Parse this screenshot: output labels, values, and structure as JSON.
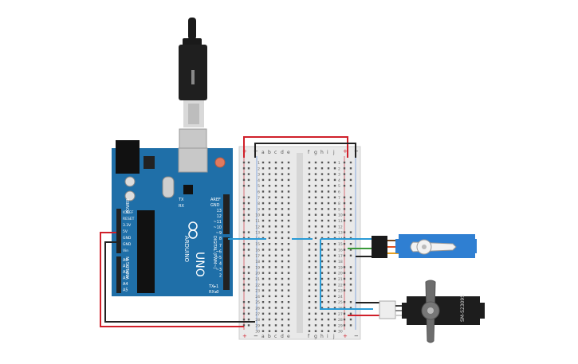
{
  "arduino": {
    "brand": "ARDUINO",
    "model": "UNO",
    "digital_label": "DIGITAL (PWM~)",
    "power_label": "POWER",
    "analog_label": "ANALOG IN",
    "tx_label": "TX",
    "rx_label": "RX",
    "txd_label": "TX▸1",
    "rxd_label": "RX◂0",
    "aref": "AREF",
    "gnd": "GND",
    "power_pins": [
      "IOREF",
      "RESET",
      "3.3V",
      "5V",
      "GND",
      "GND",
      "Vin"
    ],
    "analog_pins": [
      "A0",
      "A1",
      "A2",
      "A3",
      "A4",
      "A5"
    ],
    "digital_pins": [
      "13",
      "12",
      "~11",
      "~10",
      "~9",
      "8",
      "7",
      "~6",
      "~5",
      "4",
      "~3",
      "2"
    ]
  },
  "breadboard": {
    "columns_left": [
      "a",
      "b",
      "c",
      "d",
      "e"
    ],
    "columns_right": [
      "f",
      "g",
      "h",
      "i",
      "j"
    ],
    "plus": "+",
    "minus": "−",
    "row_count": 30
  },
  "servo_bottom": {
    "model": "SM-S2309S"
  },
  "colors": {
    "arduino_blue": "#1f6fa8",
    "wire_red": "#d0202a",
    "wire_black": "#222222",
    "wire_blue": "#2a9bd6",
    "wire_green": "#3a9a3a",
    "servo_blue": "#2f7fd2"
  }
}
